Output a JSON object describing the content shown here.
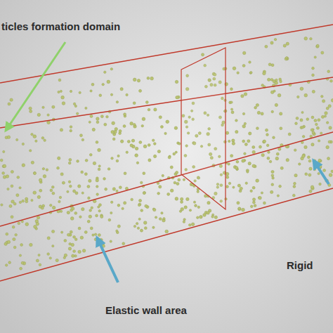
{
  "diagram": {
    "labels": [
      "ticles formation domain",
      "Rigid",
      "Elastic wall area"
    ]
  }
}
